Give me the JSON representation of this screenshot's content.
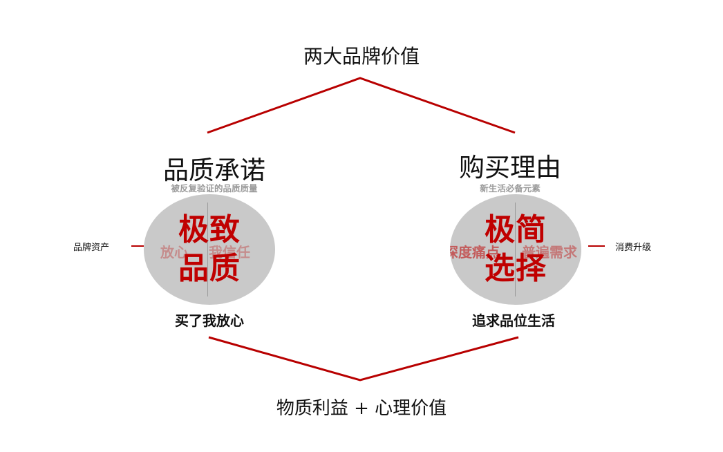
{
  "top_title": "两大品牌价值",
  "bottom_title": "物质利益 + 心理价值",
  "left_node": {
    "title": "品质承诺",
    "subtitle": "被反复验证的品质质量",
    "center_line1": "极致",
    "center_line2": "品质",
    "ghost_left": "放心",
    "ghost_right": "我信任",
    "footer": "买了我放心",
    "side_label": "品牌资产"
  },
  "right_node": {
    "title": "购买理由",
    "subtitle": "新生活必备元素",
    "center_line1": "极简",
    "center_line2": "选择",
    "ghost_left": "深度痛点",
    "ghost_right": "普遍需求",
    "footer": "追求品位生活",
    "side_label": "消费升级"
  },
  "colors": {
    "accent_red": "#c00000",
    "line_red": "#b80000",
    "circle_gray": "#c9c9c9",
    "subtitle_gray": "#9a9a9a"
  }
}
